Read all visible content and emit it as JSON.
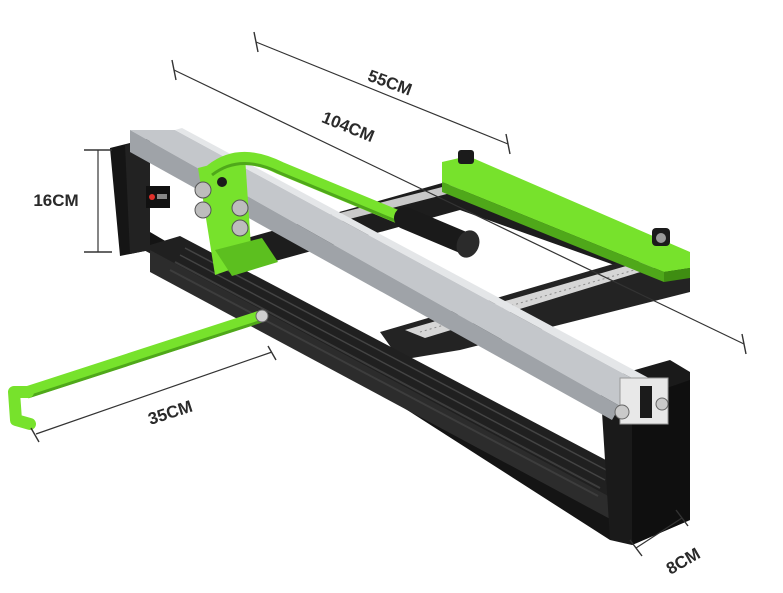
{
  "product": {
    "name": "tile-cutter",
    "colors": {
      "accent": "#77e22c",
      "accent_dark": "#4fa81a",
      "frame": "#1b1b1b",
      "rail": "#b9bcc0",
      "background": "#ffffff"
    }
  },
  "dimensions": {
    "width_55": "55CM",
    "length_104": "104CM",
    "height_16": "16CM",
    "handle_35": "35CM",
    "depth_8": "8CM"
  }
}
